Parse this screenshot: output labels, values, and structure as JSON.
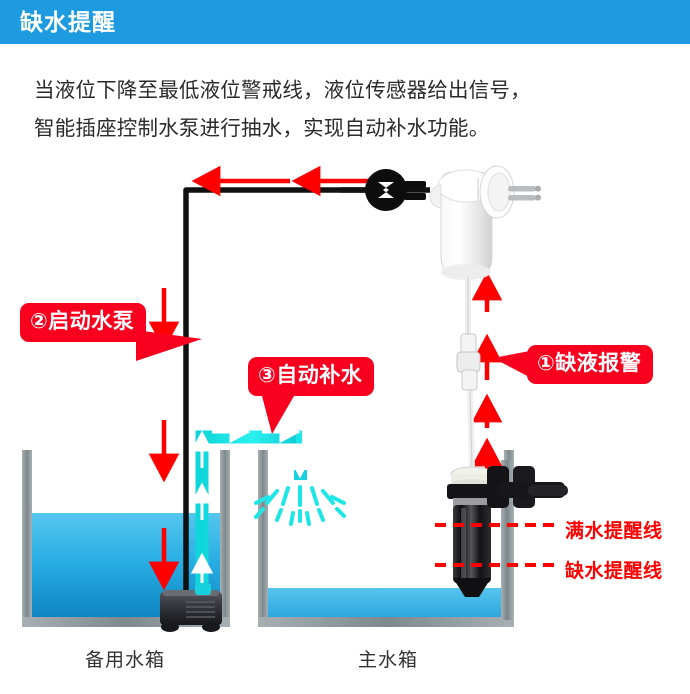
{
  "header": {
    "title": "缺水提醒",
    "bg_color": "#1E9BE0",
    "text_color": "#FFFFFF"
  },
  "intro": {
    "line1": "当液位下降至最低液位警戒线，液位传感器给出信号，",
    "line2": "智能插座控制水泵进行抽水，实现自动补水功能。"
  },
  "callouts": [
    {
      "id": "1",
      "label": "①缺液报警",
      "color": "#F8001E",
      "tail": "left"
    },
    {
      "id": "2",
      "label": "②启动水泵",
      "color": "#F8001E",
      "tail": "right"
    },
    {
      "id": "3",
      "label": "③自动补水",
      "color": "#F8001E",
      "tail": "down"
    }
  ],
  "level_lines": [
    {
      "name": "full",
      "label": "满水提醒线",
      "color": "#FF0000",
      "style": "dashed"
    },
    {
      "name": "low",
      "label": "缺水提醒线",
      "color": "#FF0000",
      "style": "dashed"
    }
  ],
  "tanks": [
    {
      "name": "backup",
      "caption": "备用水箱",
      "water_color": "#159DDB",
      "wall_color": "#8C9599",
      "fill_level": "high"
    },
    {
      "name": "main",
      "caption": "主水箱",
      "water_color": "#3AAFE4",
      "wall_color": "#8C9599",
      "fill_level": "low"
    }
  ],
  "components": {
    "plug_icon": "power-plug-icon",
    "smart_socket": "smart-socket-device",
    "level_sensor": "liquid-level-sensor-probe",
    "water_pump": "submersible-water-pump",
    "hose": "water-hose",
    "spray": "water-spray"
  },
  "flow_colors": {
    "signal_arrow": "#FF0000",
    "water_arrow": "#FFFFFF",
    "hose": "#1FE6E6",
    "cable": "#111111"
  }
}
